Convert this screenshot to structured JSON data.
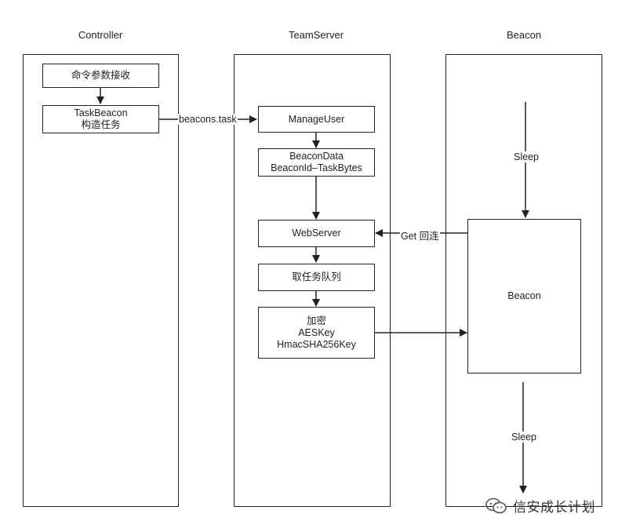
{
  "lanes": {
    "controller": "Controller",
    "teamserver": "TeamServer",
    "beacon": "Beacon"
  },
  "controller": {
    "cmd_box": "命令参数接收",
    "task_box_line1": "TaskBeacon",
    "task_box_line2": "构造任务"
  },
  "teamserver": {
    "manage_user": "ManageUser",
    "beacon_data_line1": "BeaconData",
    "beacon_data_line2": "BeaconId–TaskBytes",
    "web_server": "WebServer",
    "task_queue": "取任务队列",
    "encrypt_line1": "加密",
    "encrypt_line2": "AESKey",
    "encrypt_line3": "HmacSHA256Key"
  },
  "beacon": {
    "sleep_top": "Sleep",
    "beacon_box": "Beacon",
    "sleep_bottom": "Sleep"
  },
  "edges": {
    "beacons_task": "beacons.task",
    "get_callback": "Get 回连"
  },
  "watermark": {
    "text": "信安成长计划"
  }
}
